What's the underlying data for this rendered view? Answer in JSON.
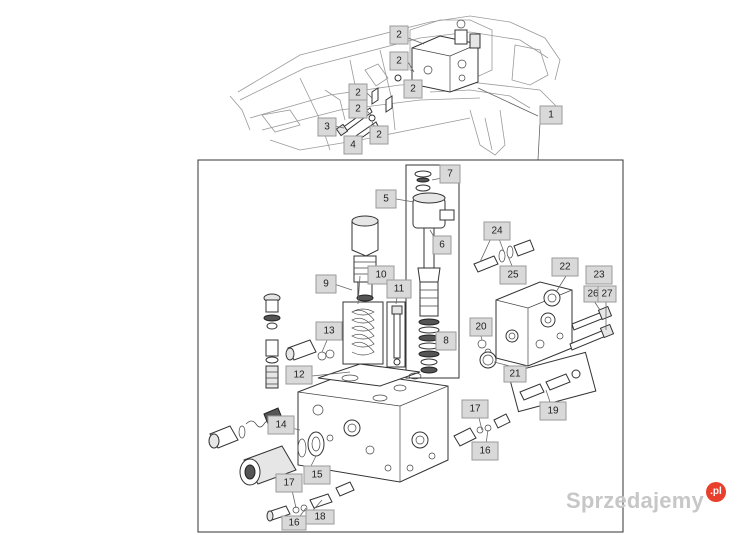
{
  "labels": {
    "l1": "1",
    "l2a": "2",
    "l2b": "2",
    "l2c": "2",
    "l2d": "2",
    "l3": "3",
    "l4": "4",
    "l5": "5",
    "l6": "6",
    "l7": "7",
    "l8": "8",
    "l9": "9",
    "l10": "10",
    "l11": "11",
    "l12": "12",
    "l13": "13",
    "l14": "14",
    "l15": "15",
    "l16a": "16",
    "l16b": "16",
    "l17a": "17",
    "l17b": "17",
    "l18": "18",
    "l19": "19",
    "l20": "20",
    "l21": "21",
    "l22": "22",
    "l23": "23",
    "l24": "24",
    "l25": "25",
    "l26": "26",
    "l27": "27"
  },
  "watermark": {
    "text": "Sprzedajemy",
    "badge": ".pl"
  }
}
